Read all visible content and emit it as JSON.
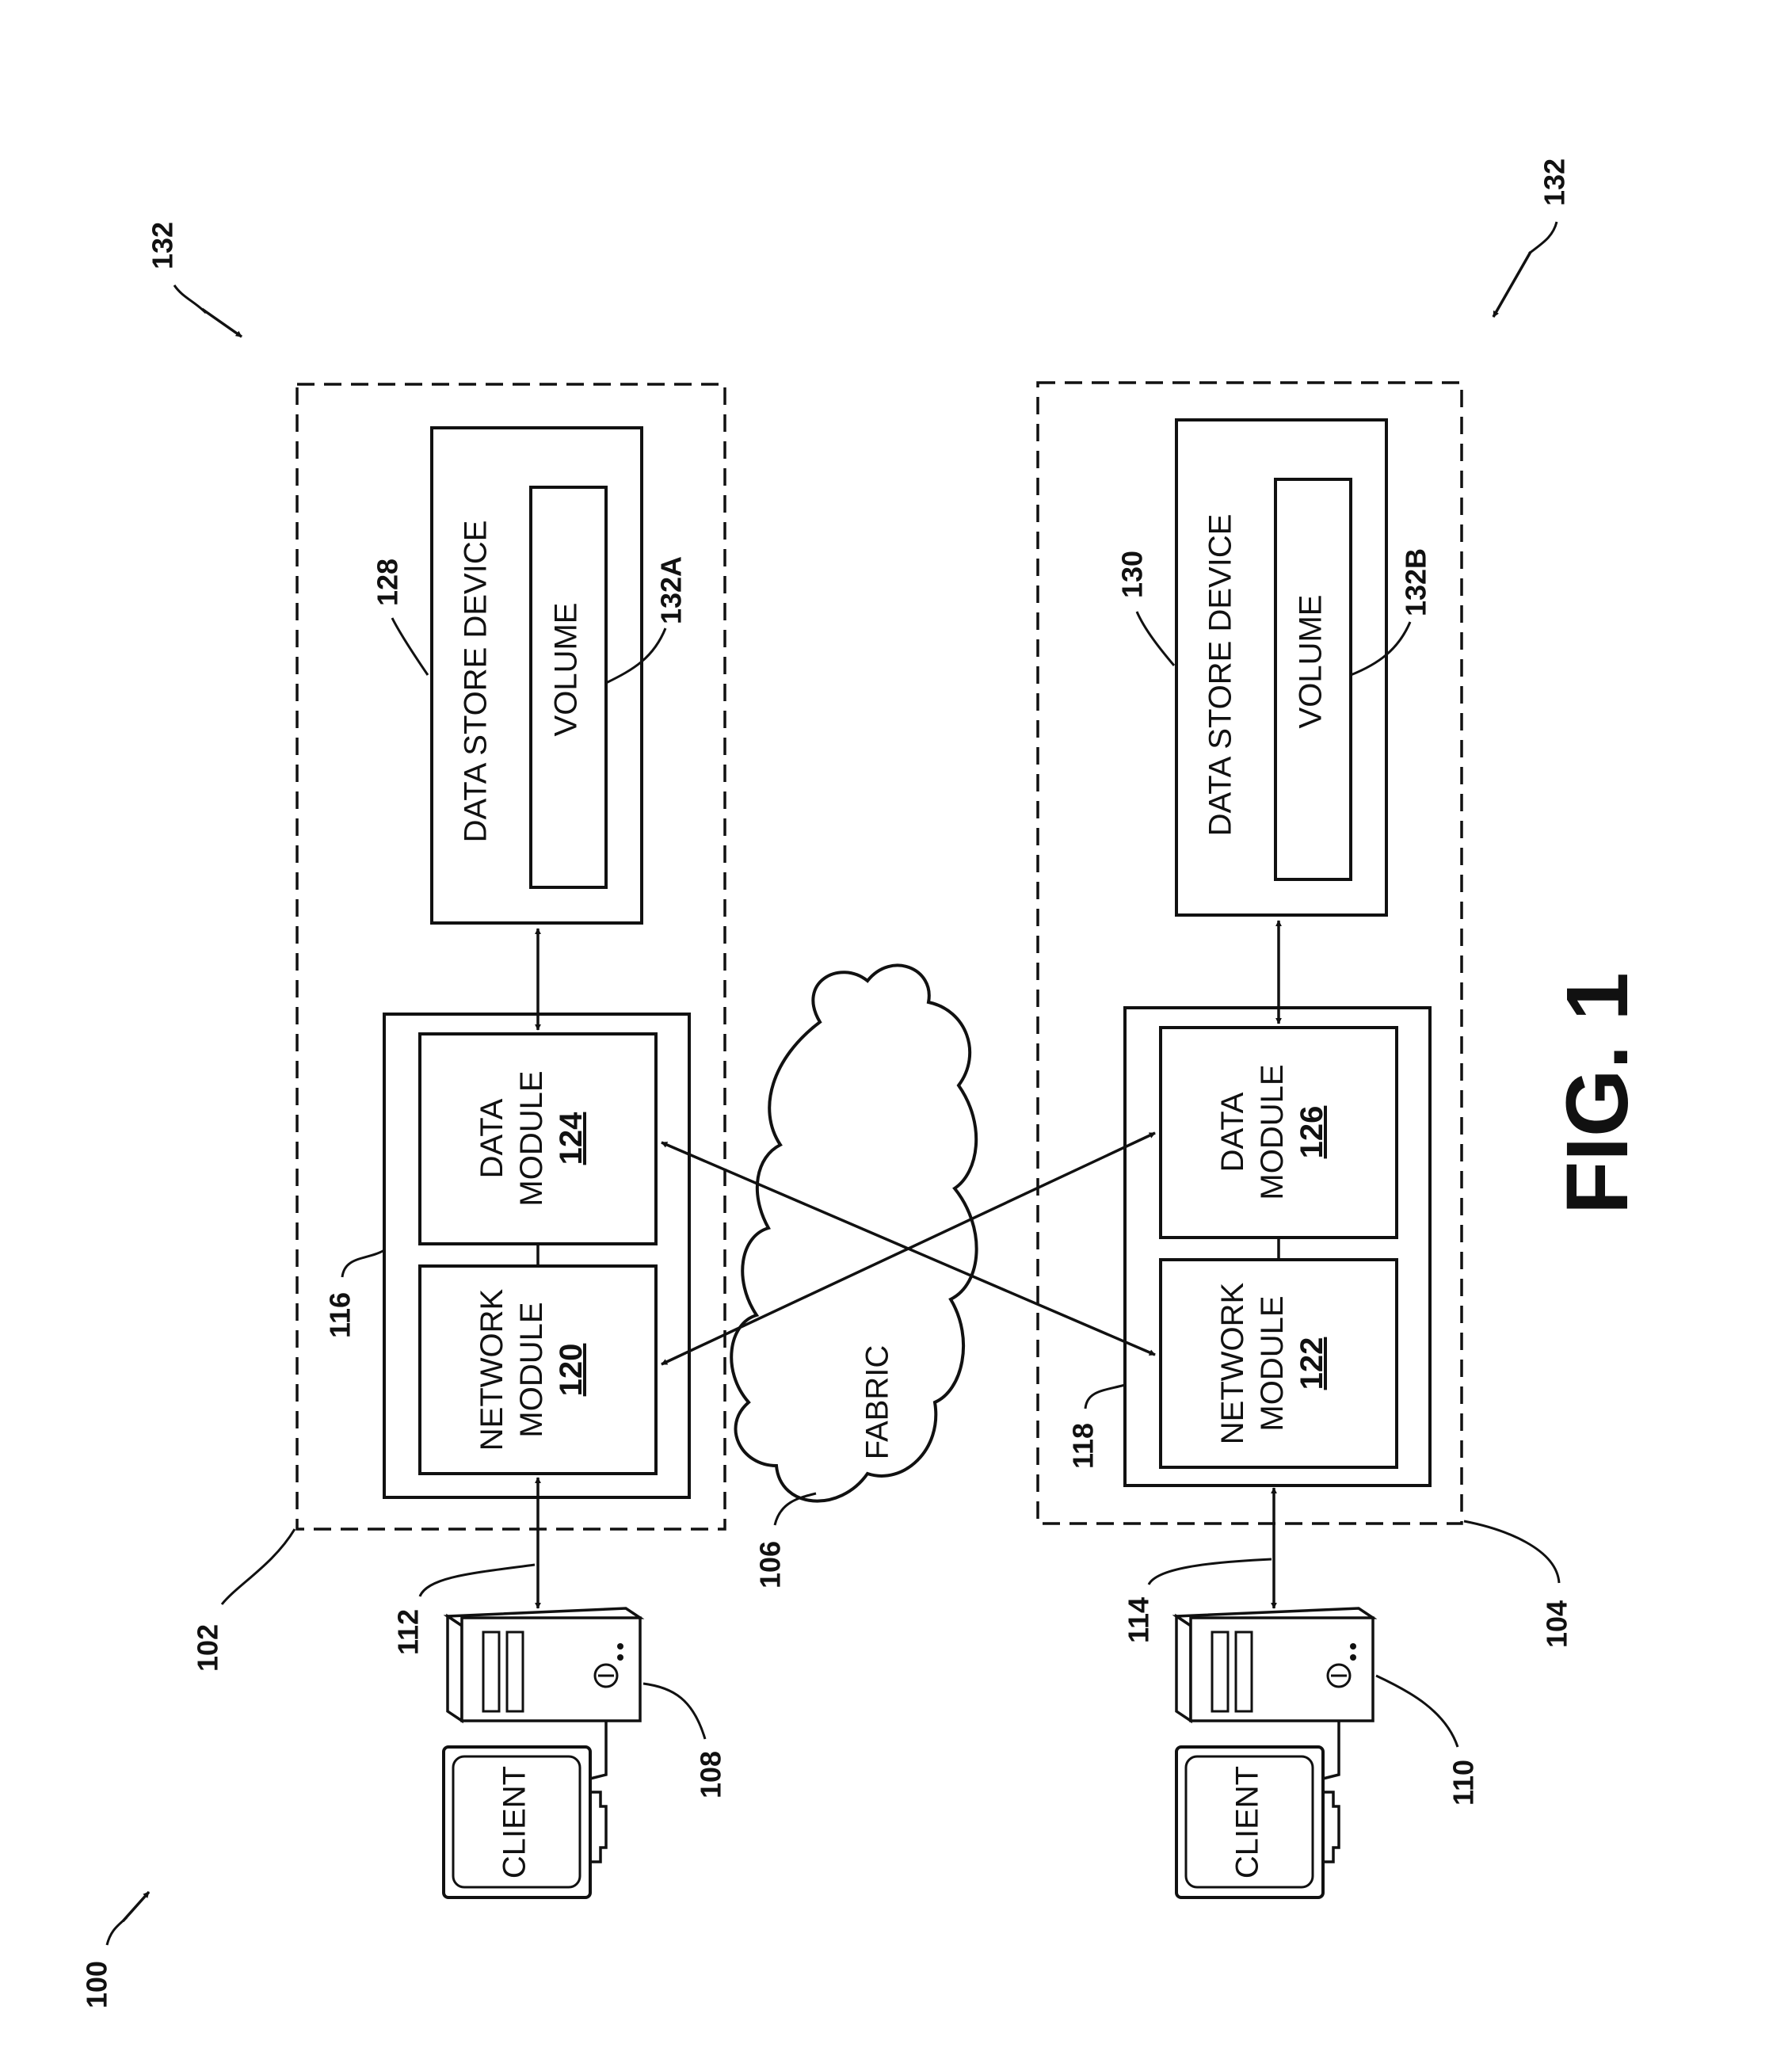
{
  "figure_caption": "FIG. 1",
  "system_ref": "100",
  "clusters": [
    {
      "cluster_ref": "102",
      "node_ref": "116",
      "network_module": {
        "line1": "NETWORK",
        "line2": "MODULE",
        "ref": "120"
      },
      "data_module": {
        "line1": "DATA",
        "line2": "MODULE",
        "ref": "124"
      },
      "data_store": {
        "label": "DATA STORE DEVICE",
        "ref": "128"
      },
      "volume": {
        "label": "VOLUME",
        "ref": "132A"
      },
      "client_label": "CLIENT",
      "client_ref": "108",
      "link_ref": "112",
      "group_ref": "132"
    },
    {
      "cluster_ref": "104",
      "node_ref": "118",
      "network_module": {
        "line1": "NETWORK",
        "line2": "MODULE",
        "ref": "122"
      },
      "data_module": {
        "line1": "DATA",
        "line2": "MODULE",
        "ref": "126"
      },
      "data_store": {
        "label": "DATA STORE DEVICE",
        "ref": "130"
      },
      "volume": {
        "label": "VOLUME",
        "ref": "132B"
      },
      "client_label": "CLIENT",
      "client_ref": "110",
      "link_ref": "114",
      "group_ref": "132"
    }
  ],
  "fabric": {
    "label": "FABRIC",
    "ref": "106"
  }
}
